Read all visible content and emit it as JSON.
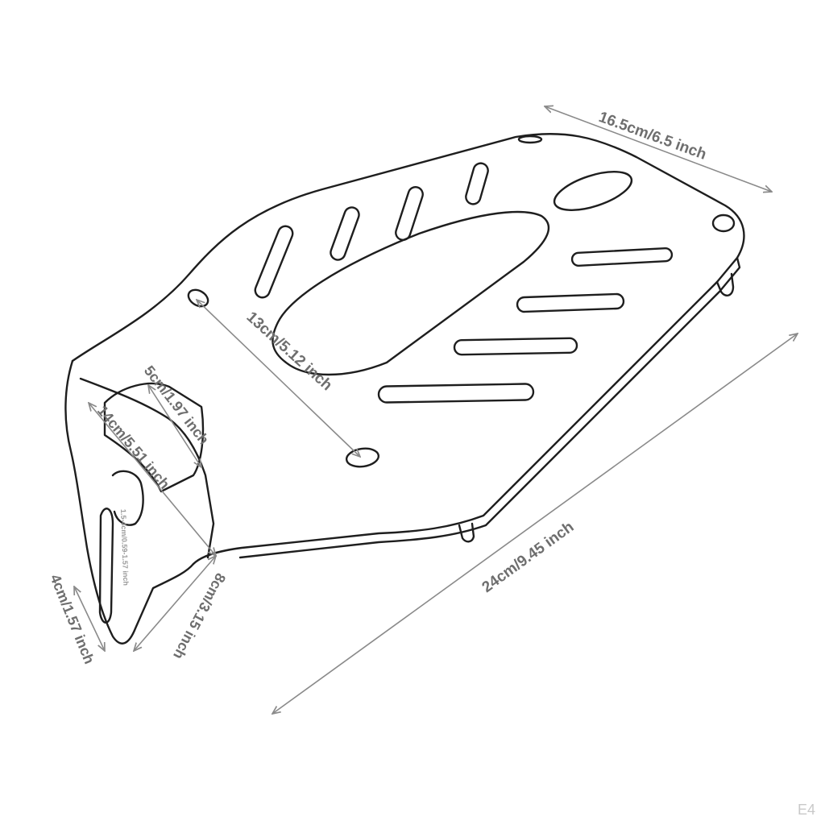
{
  "figure": {
    "colors": {
      "outline": "#1e1e1e",
      "dimension_line": "#8a8a8a",
      "dimension_text": "#6e6e6e",
      "background": "#ffffff"
    },
    "dimensions": {
      "width_top": "16.5cm/6.5 inch",
      "length": "24cm/9.45 inch",
      "hole_spacing": "13cm/5.12 inch",
      "bracket_width": "5cm/1.97 inch",
      "bracket_length": "14cm/5.51 inch",
      "leg_height": "8cm/3.15 inch",
      "leg_depth": "4cm/1.57 inch",
      "slot_size": "1.5-4cm/0.59-1.57 inch"
    },
    "corner_tag": "E4"
  }
}
